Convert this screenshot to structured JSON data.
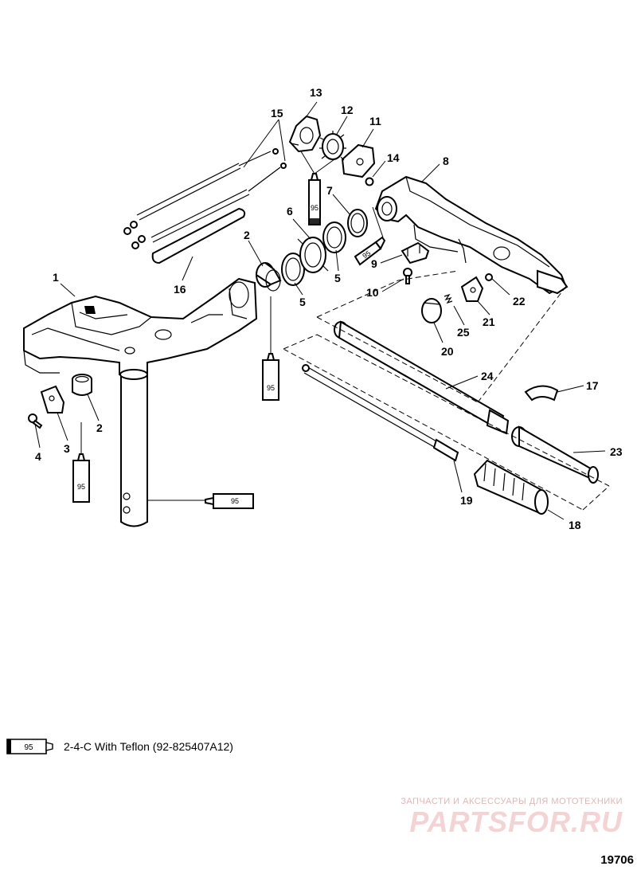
{
  "callouts": {
    "c1": "1",
    "c2a": "2",
    "c2b": "2",
    "c3": "3",
    "c4": "4",
    "c5a": "5",
    "c5b": "5",
    "c6": "6",
    "c7": "7",
    "c8": "8",
    "c9": "9",
    "c10": "10",
    "c11": "11",
    "c12": "12",
    "c13": "13",
    "c14": "14",
    "c15": "15",
    "c16": "16",
    "c17": "17",
    "c18": "18",
    "c19": "19",
    "c20": "20",
    "c21": "21",
    "c22": "22",
    "c23": "23",
    "c24": "24",
    "c25": "25"
  },
  "tube_label": "95",
  "legend": {
    "tube_label": "95",
    "text": "2-4-C  With Teflon (92-825407A12)"
  },
  "watermark": {
    "tagline": "ЗАПЧАСТИ И АКСЕССУАРЫ ДЛЯ МОТОТЕХНИКИ",
    "logo": "PARTSFOR.RU"
  },
  "figure_number": "19706"
}
